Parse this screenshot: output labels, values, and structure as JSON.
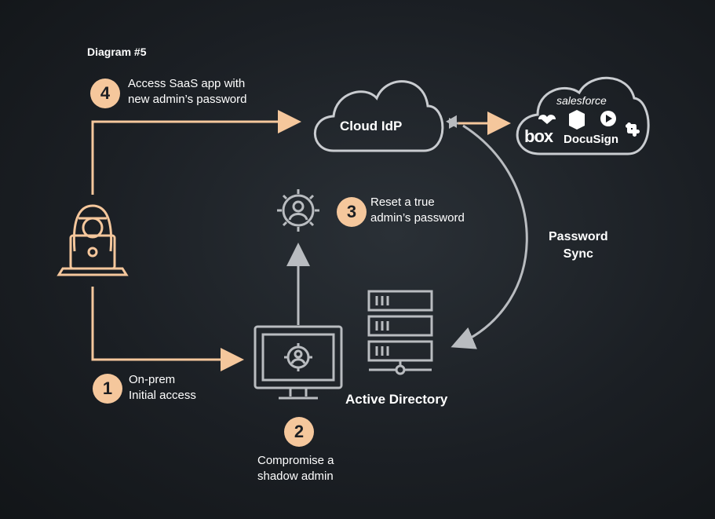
{
  "diagram": {
    "title": "Diagram #5",
    "cloud_idp_label": "Cloud IdP",
    "active_directory_label": "Active Directory",
    "password_sync_label": [
      "Password",
      "Sync"
    ],
    "steps": [
      {
        "number": "1",
        "lines": [
          "On-prem",
          "Initial access"
        ]
      },
      {
        "number": "2",
        "lines": [
          "Compromise a",
          "shadow admin"
        ]
      },
      {
        "number": "3",
        "lines": [
          "Reset a true",
          "admin’s password"
        ]
      },
      {
        "number": "4",
        "lines": [
          "Access SaaS app with",
          "new admin’s password"
        ]
      }
    ],
    "saas_apps": {
      "salesforce": "salesforce",
      "box": "box",
      "docusign": "DocuSign",
      "icons": [
        "box-icon",
        "dropbox-icon",
        "play-icon",
        "slack-icon"
      ]
    },
    "colors": {
      "accent": "#f5c79c",
      "line_gray": "#b9bcc0",
      "background": "#1b1f24"
    }
  }
}
